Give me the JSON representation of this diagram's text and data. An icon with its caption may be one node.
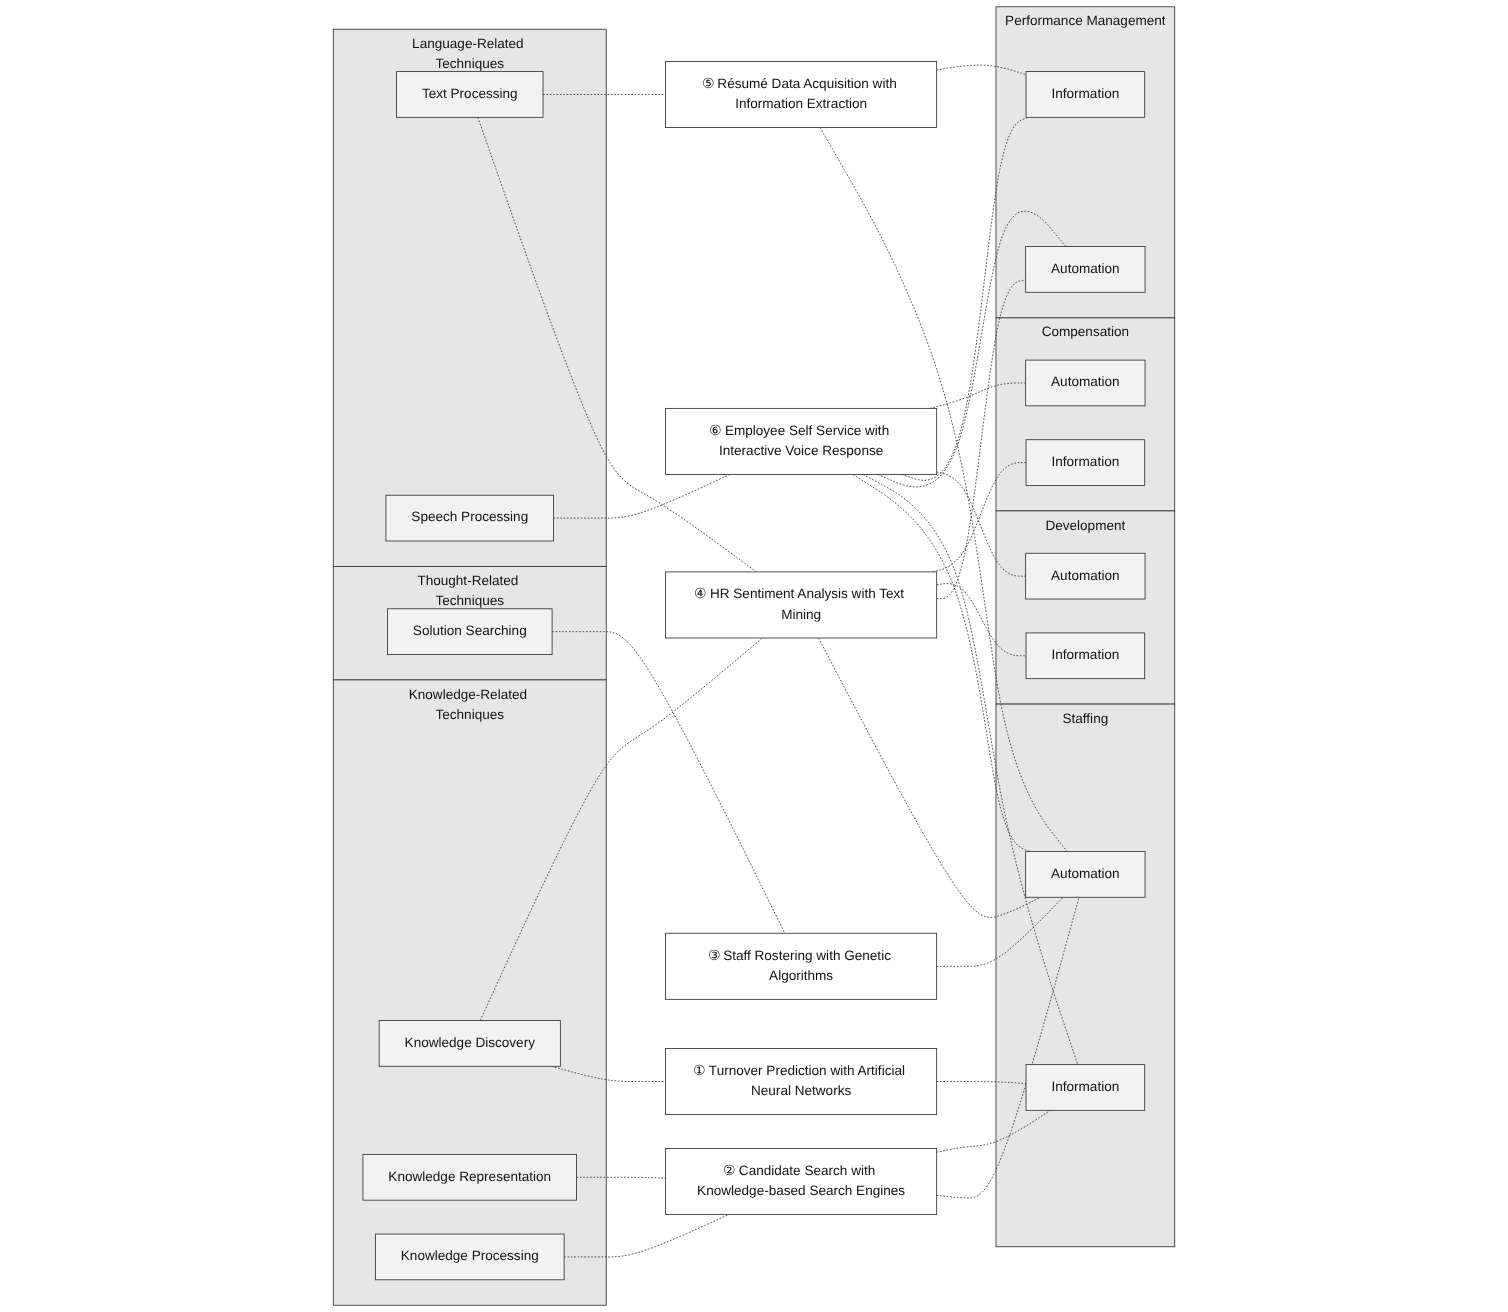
{
  "diagram": {
    "nodes": [
      {
        "text": [
          "Knowledge-Related Techniques"
        ]
      },
      {
        "text": [
          "Knowledge Discovery"
        ],
        "in": 0
      },
      {
        "text": [
          "Knowledge Representation"
        ],
        "in": 0
      },
      {
        "text": [
          "Knowledge Processing"
        ],
        "in": 0
      },
      {
        "text": [
          "Thought-Related Techniques"
        ]
      },
      {
        "text": [
          "Solution Searching"
        ],
        "in": 4
      },
      {
        "text": [
          "Language-Related Techniques"
        ]
      },
      {
        "text": [
          "Text Processing"
        ],
        "in": 6
      },
      {
        "text": [
          "Speech Processing"
        ],
        "in": 6
      },
      {
        "text": [
          "① Turnover Prediction with Artificial Neural Networks"
        ]
      },
      {
        "text": [
          "② Candidate Search with Knowledge-based Search Engines"
        ]
      },
      {
        "text": [
          "③ Staff Rostering with Genetic Algorithms"
        ]
      },
      {
        "text": [
          "④ HR Sentiment Analysis with Text Mining"
        ]
      },
      {
        "text": [
          "⑤ Résumé Data Acquisition with Information Extraction"
        ]
      },
      {
        "text": [
          "⑥ Employee Self Service with Interactive Voice Response"
        ]
      },
      {
        "text": [
          "Staffing"
        ]
      },
      {
        "text": [
          "Automation"
        ],
        "in": 15
      },
      {
        "text": [
          "Information"
        ],
        "in": 15
      },
      {
        "text": [
          "Performance Management"
        ]
      },
      {
        "text": [
          "Automation"
        ],
        "in": 18
      },
      {
        "text": [
          "Information"
        ],
        "in": 18
      },
      {
        "text": [
          "Development"
        ]
      },
      {
        "text": [
          "Automation"
        ],
        "in": 21
      },
      {
        "text": [
          "Information"
        ],
        "in": 21
      },
      {
        "text": [
          "Compensation"
        ]
      },
      {
        "text": [
          "Automation"
        ],
        "in": 24
      },
      {
        "text": [
          "Information"
        ],
        "in": 24
      }
    ],
    "edges": [
      {
        "from": 1,
        "to": 9,
        "arrow": "none",
        "style": "dashed"
      },
      {
        "from": 1,
        "to": 12,
        "arrow": "none",
        "style": "dashed"
      },
      {
        "from": 2,
        "to": 10,
        "arrow": "none",
        "style": "dashed"
      },
      {
        "from": 3,
        "to": 10,
        "arrow": "none",
        "style": "dashed"
      },
      {
        "from": 5,
        "to": 11,
        "arrow": "none",
        "style": "dashed"
      },
      {
        "from": 7,
        "to": 12,
        "arrow": "none",
        "style": "dashed"
      },
      {
        "from": 7,
        "to": 13,
        "arrow": "none",
        "style": "dashed"
      },
      {
        "from": 8,
        "to": 14,
        "arrow": "none",
        "style": "dashed"
      },
      {
        "from": 9,
        "to": 17,
        "arrow": "none",
        "style": "dashed"
      },
      {
        "from": 10,
        "to": 16,
        "arrow": "none",
        "style": "dashed"
      },
      {
        "from": 10,
        "to": 17,
        "arrow": "none",
        "style": "dashed"
      },
      {
        "from": 11,
        "to": 16,
        "arrow": "none",
        "style": "dashed"
      },
      {
        "from": 12,
        "to": 16,
        "arrow": "none",
        "style": "dashed"
      },
      {
        "from": 12,
        "to": 19,
        "arrow": "none",
        "style": "dashed"
      },
      {
        "from": 12,
        "to": 23,
        "arrow": "none",
        "style": "dashed"
      },
      {
        "from": 12,
        "to": 26,
        "arrow": "none",
        "style": "dashed"
      },
      {
        "from": 13,
        "to": 16,
        "arrow": "none",
        "style": "dashed"
      },
      {
        "from": 13,
        "to": 20,
        "arrow": "none",
        "style": "dashed"
      },
      {
        "from": 14,
        "to": 16,
        "arrow": "none",
        "style": "dashed"
      },
      {
        "from": 14,
        "to": 17,
        "arrow": "none",
        "style": "dashed"
      },
      {
        "from": 14,
        "to": 19,
        "arrow": "none",
        "style": "dashed"
      },
      {
        "from": 14,
        "to": 20,
        "arrow": "none",
        "style": "dashed"
      },
      {
        "from": 14,
        "to": 22,
        "arrow": "none",
        "style": "dashed"
      },
      {
        "from": 14,
        "to": 25,
        "arrow": "none",
        "style": "dashed"
      }
    ]
  }
}
